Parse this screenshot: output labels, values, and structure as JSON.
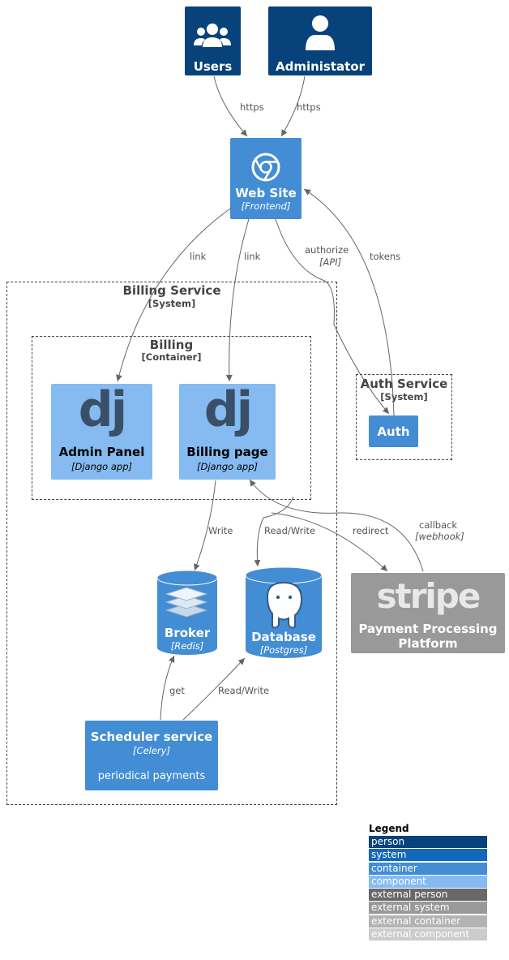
{
  "nodes": {
    "users": {
      "title": "Users"
    },
    "admin": {
      "title": "Administator"
    },
    "website": {
      "title": "Web Site",
      "tech": "[Frontend]"
    },
    "admin_panel": {
      "title": "Admin Panel",
      "tech": "[Django app]"
    },
    "billing_page": {
      "title": "Billing page",
      "tech": "[Django app]"
    },
    "broker": {
      "title": "Broker",
      "tech": "[Redis]"
    },
    "database": {
      "title": "Database",
      "tech": "[Postgres]"
    },
    "scheduler": {
      "title": "Scheduler service",
      "tech": "[Celery]",
      "desc": "periodical payments"
    },
    "auth": {
      "title": "Auth"
    },
    "stripe": {
      "logo": "stripe",
      "title_line1": "Payment Processing",
      "title_line2": "Platform"
    }
  },
  "boundaries": {
    "billing_service": {
      "title": "Billing Service",
      "type": "[System]"
    },
    "billing": {
      "title": "Billing",
      "type": "[Container]"
    },
    "auth_service": {
      "title": "Auth Service",
      "type": "[System]"
    }
  },
  "edges": {
    "users_https": "https",
    "admin_https": "https",
    "link_admin": "link",
    "link_billing": "link",
    "authorize": "authorize",
    "authorize_tech": "[API]",
    "tokens": "tokens",
    "write": "Write",
    "read_write_db": "Read/Write",
    "redirect": "redirect",
    "callback": "callback",
    "callback_tech": "[webhook]",
    "get": "get",
    "read_write_sched": "Read/Write"
  },
  "legend": {
    "title": "Legend",
    "items": [
      {
        "label": "person",
        "color": "#08427b"
      },
      {
        "label": "system",
        "color": "#1168bd"
      },
      {
        "label": "container",
        "color": "#438dd5"
      },
      {
        "label": "component",
        "color": "#85bbf0"
      },
      {
        "label": "external person",
        "color": "#686868"
      },
      {
        "label": "external system",
        "color": "#999999"
      },
      {
        "label": "external container",
        "color": "#b3b3b3"
      },
      {
        "label": "external component",
        "color": "#cccccc"
      }
    ]
  },
  "icons": [
    "users-icon",
    "person-icon",
    "chrome-icon",
    "django-icon",
    "redis-icon",
    "postgres-icon",
    "stripe-logo"
  ]
}
